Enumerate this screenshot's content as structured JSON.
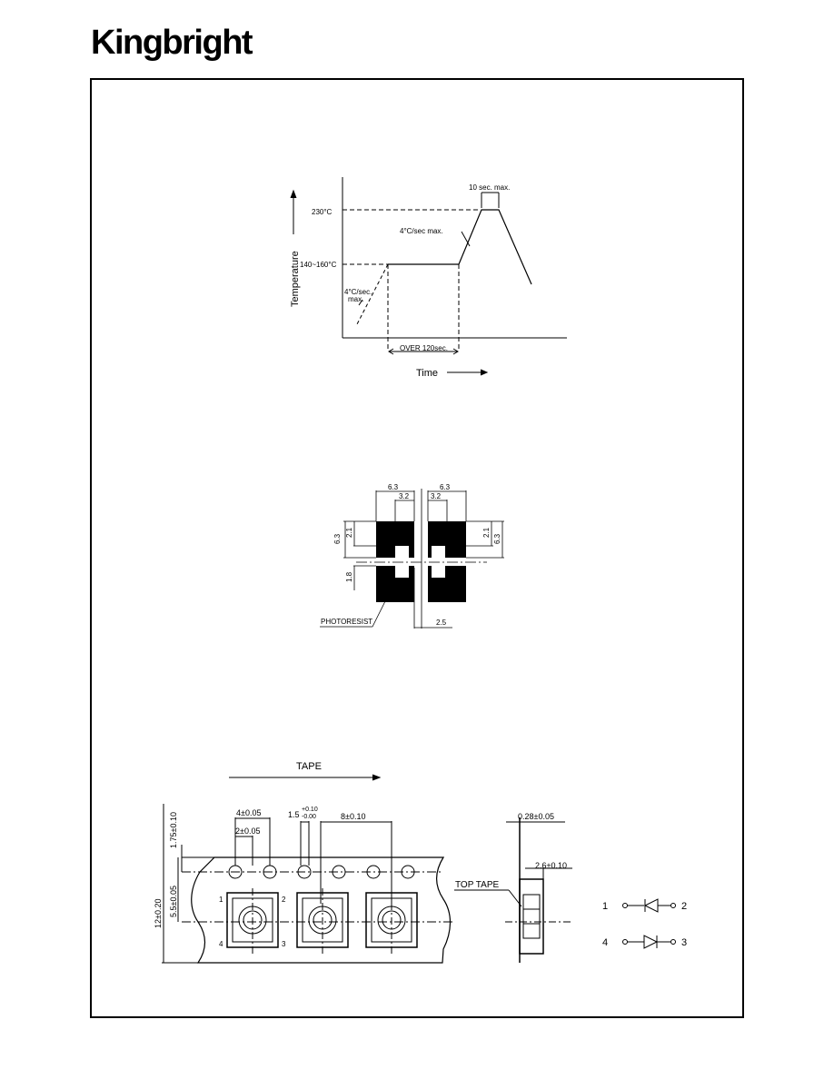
{
  "brand": {
    "name": "Kingbright"
  },
  "reflow_profile": {
    "temp_peak": "230°C",
    "temp_preheat": "140~160°C",
    "peak_duration": "10 sec. max.",
    "ramp_up": "4°C/sec max.",
    "ramp_preheat_line1": "4°C/sec.",
    "ramp_preheat_line2": "max.",
    "preheat_duration": "OVER 120sec.",
    "y_axis": "Temperature",
    "x_axis": "Time"
  },
  "pad_layout": {
    "dim_width_left": "6.3",
    "dim_inner_left": "3.2",
    "dim_width_right": "6.3",
    "dim_inner_right": "3.2",
    "dim_height_left": "6.3",
    "dim_upper_left": "2.1",
    "dim_upper_right": "2.1",
    "dim_height_right": "6.3",
    "dim_gap": "1.8",
    "dim_spacing": "2.5",
    "photoresist_label": "PHOTORESIST"
  },
  "tape": {
    "title": "TAPE",
    "dim_pitch_hole": "4±0.05",
    "dim_half_pitch": "2±0.05",
    "dim_hole_base": "1.5",
    "dim_hole_tol_plus": "+0.10",
    "dim_hole_tol_minus": "-0.00",
    "dim_pocket_pitch": "8±0.10",
    "dim_edge": "1.75±0.10",
    "dim_center": "5.5±0.05",
    "dim_width": "12±0.20",
    "dim_thickness": "0.28±0.05",
    "dim_depth": "2.6±0.10",
    "top_tape_label": "TOP TAPE",
    "pin1": "1",
    "pin2": "2",
    "pin3": "3",
    "pin4": "4"
  },
  "schematic": {
    "pin_a_left": "1",
    "pin_a_right": "2",
    "pin_b_left": "4",
    "pin_b_right": "3"
  }
}
